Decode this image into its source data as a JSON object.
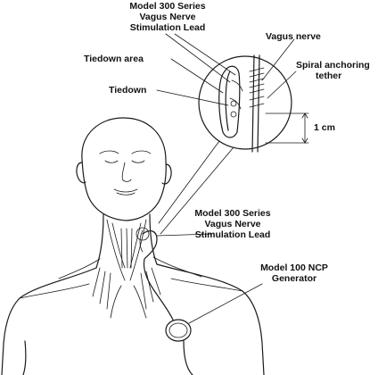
{
  "labels": {
    "lead_top_1": "Model 300 Series",
    "lead_top_2": "Vagus Nerve",
    "lead_top_3": "Stimulation Lead",
    "vagus_nerve": "Vagus nerve",
    "tiedown_area": "Tiedown area",
    "spiral_1": "Spiral anchoring",
    "spiral_2": "tether",
    "tiedown": "Tiedown",
    "scale": "1 cm",
    "lead_mid_1": "Model 300 Series",
    "lead_mid_2": "Vagus Nerve",
    "lead_mid_3": "Stimulation Lead",
    "generator_1": "Model 100 NCP",
    "generator_2": "Generator"
  }
}
